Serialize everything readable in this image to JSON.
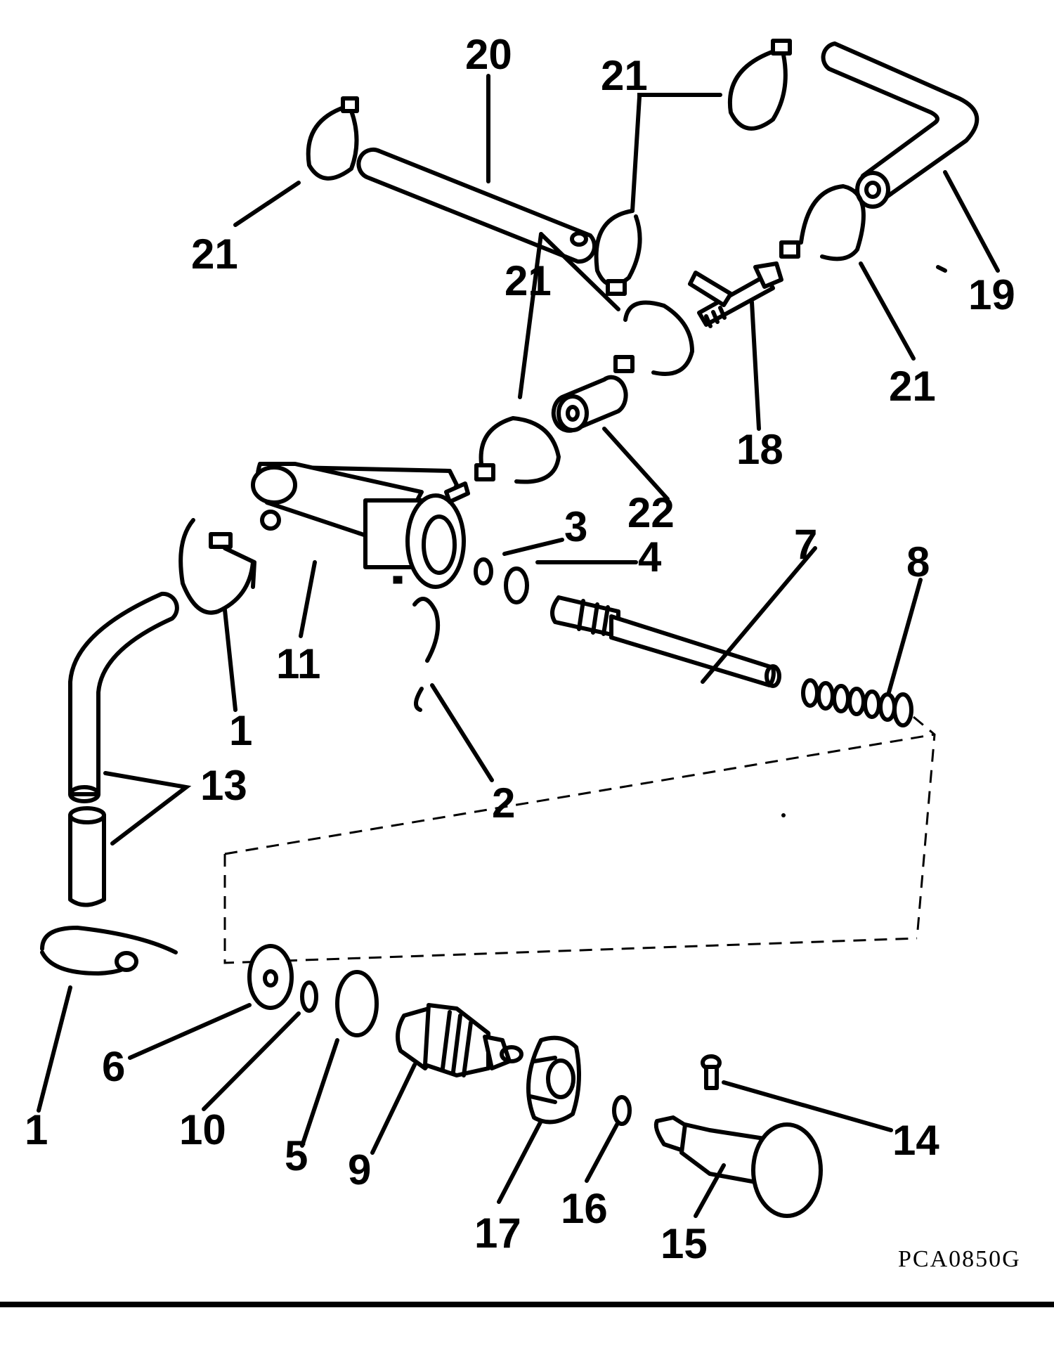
{
  "diagram": {
    "callouts": {
      "c1a": "1",
      "c1b": "1",
      "c2": "2",
      "c3": "3",
      "c4": "4",
      "c5": "5",
      "c6": "6",
      "c7": "7",
      "c8": "8",
      "c9": "9",
      "c10": "10",
      "c11": "11",
      "c13": "13",
      "c14": "14",
      "c15": "15",
      "c16": "16",
      "c17": "17",
      "c18": "18",
      "c19": "19",
      "c20": "20",
      "c21a": "21",
      "c21b": "21",
      "c21c": "21",
      "c21d": "21",
      "c22": "22"
    },
    "figure_code": "PCA0850G"
  }
}
